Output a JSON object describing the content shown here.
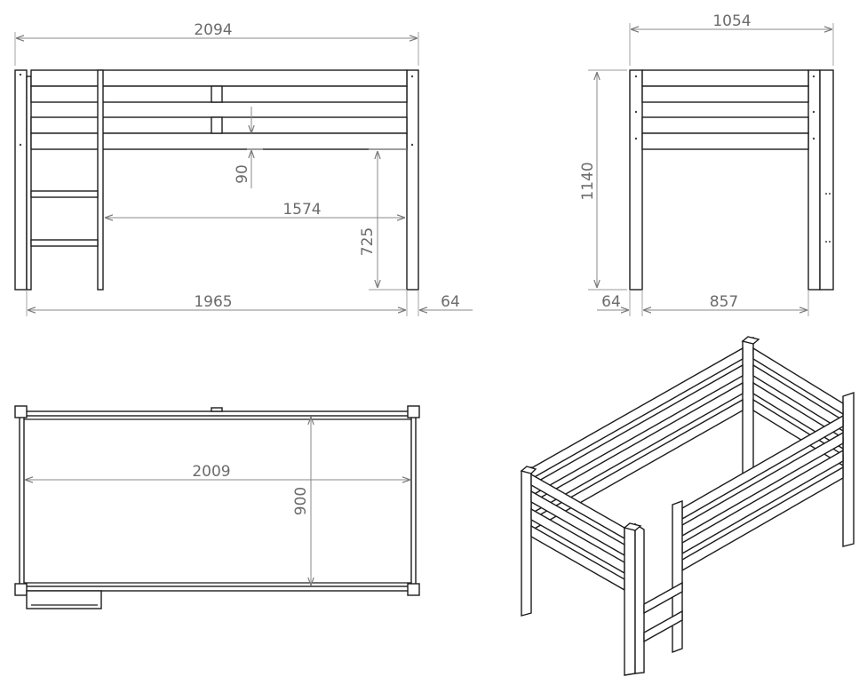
{
  "dimensions": {
    "front_overall_length": "2094",
    "front_ladder_to_post": "1574",
    "front_rail_gap": "90",
    "front_clearance_height": "725",
    "front_inner_length": "1965",
    "front_post_width": "64",
    "side_overall_width": "1054",
    "side_overall_height": "1140",
    "side_post_width": "64",
    "side_inner_width": "857",
    "top_length": "2009",
    "top_width": "900"
  }
}
